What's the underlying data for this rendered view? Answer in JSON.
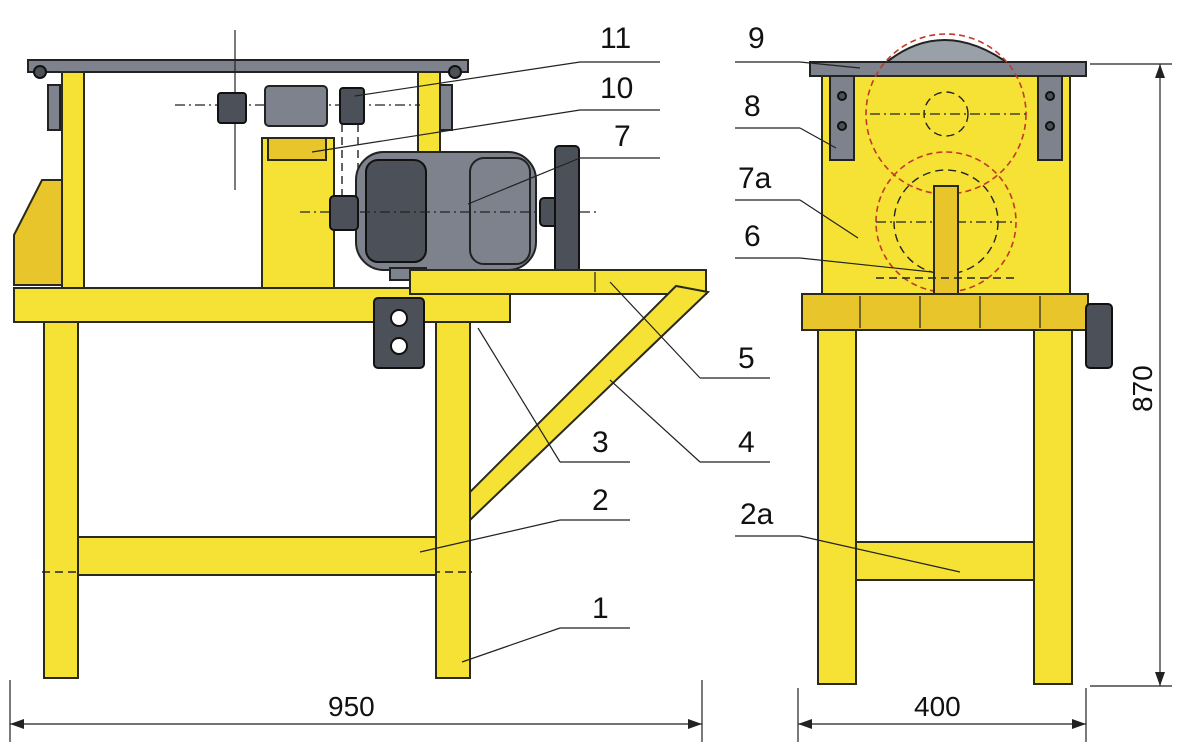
{
  "callouts": {
    "n1": "1",
    "n2": "2",
    "n2a": "2a",
    "n3": "3",
    "n4": "4",
    "n5": "5",
    "n6": "6",
    "n7": "7",
    "n7a": "7a",
    "n8": "8",
    "n9": "9",
    "n10": "10",
    "n11": "11"
  },
  "dimensions": {
    "width_side": "950",
    "width_front": "400",
    "height": "870"
  },
  "colors": {
    "wood": "#f6e234",
    "metal": "#7d828c",
    "outline": "#2a2a1a",
    "dash_accent": "#c0392b"
  }
}
